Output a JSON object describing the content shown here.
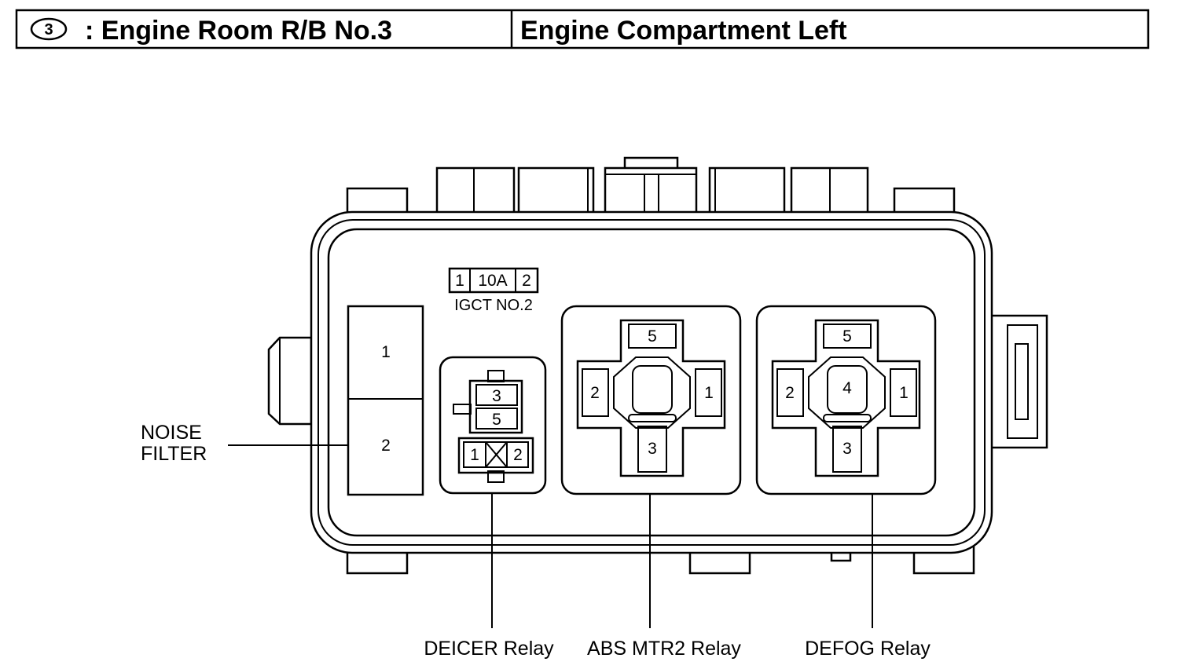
{
  "header": {
    "box_number": "3",
    "title": ": Engine Room R/B No.3",
    "location": "Engine Compartment Left"
  },
  "fuse": {
    "terminal_left": "1",
    "rating": "10A",
    "terminal_right": "2",
    "name": "IGCT NO.2"
  },
  "noise_filter": {
    "label_line1": "NOISE",
    "label_line2": "FILTER",
    "terminal_top": "1",
    "terminal_bottom": "2"
  },
  "deicer_relay": {
    "label": "DEICER Relay",
    "terminals": [
      "3",
      "5",
      "1",
      "2"
    ]
  },
  "abs_relay": {
    "label": "ABS MTR2 Relay",
    "terminals": {
      "top": "5",
      "left": "2",
      "right": "1",
      "bottom": "3"
    }
  },
  "defog_relay": {
    "label": "DEFOG Relay",
    "terminals": {
      "top": "5",
      "left": "2",
      "center": "4",
      "right": "1",
      "bottom": "3"
    }
  }
}
